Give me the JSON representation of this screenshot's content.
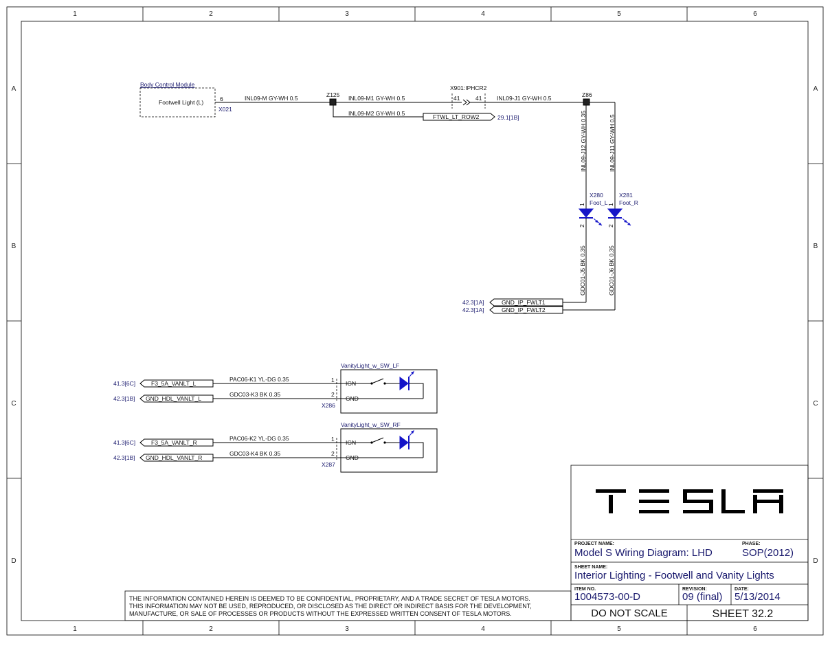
{
  "frame": {
    "columns": [
      "1",
      "2",
      "3",
      "4",
      "5",
      "6"
    ],
    "rows": [
      "A",
      "B",
      "C",
      "D"
    ]
  },
  "footwell": {
    "bcm_title": "Body Control Module",
    "bcm_label": "Footwell Light (L)",
    "bcm_pin": "6",
    "bcm_conn": "X021",
    "wire_m": "INL09-M GY-WH 0.5",
    "splice_z125": "Z125",
    "wire_m1": "INL09-M1 GY-WH 0.5",
    "wire_m2": "INL09-M2 GY-WH 0.5",
    "offpage_row2": "FTWL_LT_ROW2",
    "offpage_row2_ref": "29.1[1B]",
    "inline_conn": "X901:IPHCR2",
    "inline_pin_left": "41",
    "inline_pin_right": "41",
    "wire_j1": "INL09-J1 GY-WH 0.5",
    "splice_z86": "Z86",
    "wire_j12": "INL09-J12 GY-WH 0.35",
    "wire_j11": "INL09-J11 GY-WH 0.5",
    "led_l_conn": "X280",
    "led_l_name": "Foot_L",
    "led_r_conn": "X281",
    "led_r_name": "Foot_R",
    "pin1": "1",
    "pin2": "2",
    "wire_j5": "GDC01-J5 BK 0.35",
    "wire_j6": "GDC01-J6 BK 0.35",
    "gnd1_ref": "42.3[1A]",
    "gnd1_label": "GND_IP_FWLT1",
    "gnd2_ref": "42.3[1A]",
    "gnd2_label": "GND_IP_FWLT2"
  },
  "vanity_lf": {
    "title": "VanityLight_w_SW_LF",
    "in_ref": "41.3[6C]",
    "in_label": "F3_5A_VANLT_L",
    "in_wire": "PAC06-K1 YL-DG 0.35",
    "gnd_ref": "42.3[1B]",
    "gnd_label": "GND_HDL_VANLT_L",
    "gnd_wire": "GDC03-K3 BK 0.35",
    "pin1": "1",
    "pin2": "2",
    "ign": "IGN",
    "gnd": "GND",
    "conn": "X286"
  },
  "vanity_rf": {
    "title": "VanityLight_w_SW_RF",
    "in_ref": "41.3[6C]",
    "in_label": "F3_5A_VANLT_R",
    "in_wire": "PAC06-K2 YL-DG 0.35",
    "gnd_ref": "42.3[1B]",
    "gnd_label": "GND_HDL_VANLT_R",
    "gnd_wire": "GDC03-K4 BK 0.35",
    "pin1": "1",
    "pin2": "2",
    "ign": "IGN",
    "gnd": "GND",
    "conn": "X287"
  },
  "titleblock": {
    "logo": "TESLA",
    "project_label": "PROJECT NAME:",
    "project": "Model S Wiring Diagram: LHD",
    "phase_label": "PHASE:",
    "phase": "SOP(2012)",
    "sheet_name_label": "SHEET NAME:",
    "sheet_name": "Interior Lighting - Footwell and Vanity Lights",
    "item_label": "ITEM NO.",
    "item": "1004573-00-D",
    "revision_label": "REVISION:",
    "revision": "09 (final)",
    "date_label": "DATE:",
    "date": "5/13/2014",
    "scale": "DO NOT SCALE",
    "sheet": "SHEET 32.2"
  },
  "disclaimer": [
    "THE INFORMATION CONTAINED HEREIN IS DEEMED TO BE CONFIDENTIAL, PROPRIETARY, AND A TRADE SECRET OF TESLA MOTORS.",
    "THIS INFORMATION MAY NOT BE USED, REPRODUCED, OR DISCLOSED AS THE DIRECT OR INDIRECT BASIS FOR THE DEVELOPMENT,",
    "MANUFACTURE, OR SALE OF PROCESSES OR PRODUCTS WITHOUT THE EXPRESSED WRITTEN CONSENT OF TESLA MOTORS."
  ],
  "colors": {
    "led_blue": "#1515c8",
    "text_navy": "#1a1a6e"
  }
}
